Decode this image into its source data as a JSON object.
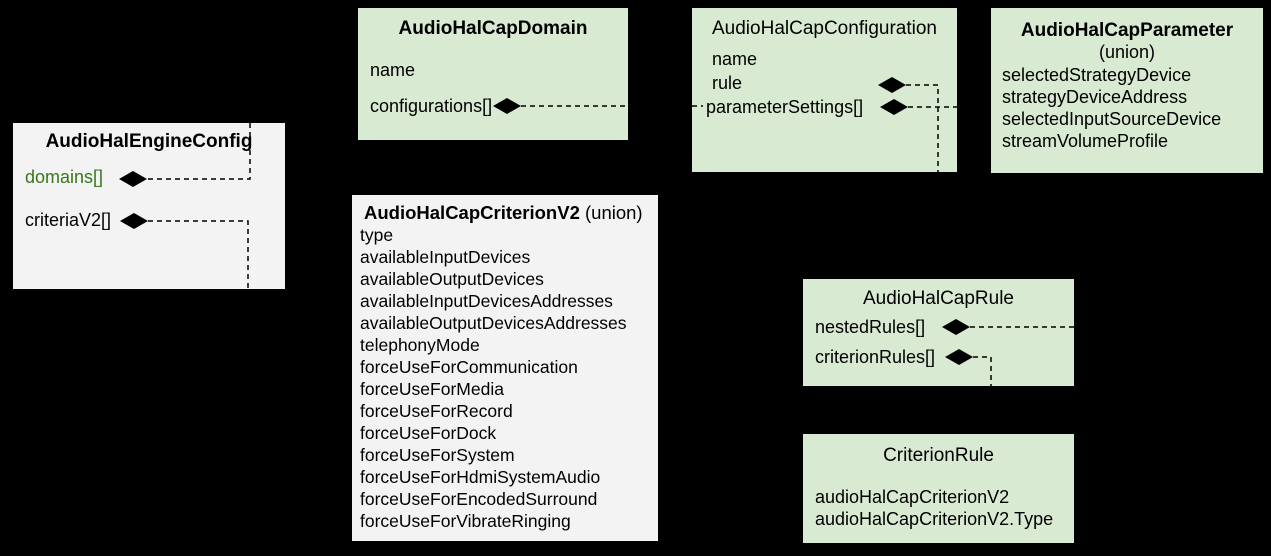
{
  "diagram": {
    "background": "#000000",
    "colors": {
      "green_box_fill": "#d9ead3",
      "gray_box_fill": "#f3f3f3",
      "green_field_text": "#38761d",
      "text": "#000000",
      "connector": "#000000"
    },
    "boxes": {
      "engine": {
        "title": "AudioHalEngineConfig",
        "fields": [
          "domains[]",
          "criteriaV2[]"
        ]
      },
      "domain": {
        "title": "AudioHalCapDomain",
        "fields": [
          "name",
          "configurations[]"
        ]
      },
      "configuration": {
        "title": "AudioHalCapConfiguration",
        "fields": [
          "name",
          "rule",
          "parameterSettings[]"
        ]
      },
      "parameter": {
        "title": "AudioHalCapParameter",
        "subtitle": "(union)",
        "fields": [
          "selectedStrategyDevice",
          "strategyDeviceAddress",
          "selectedInputSourceDevice",
          "streamVolumeProfile"
        ]
      },
      "criterion": {
        "title": "AudioHalCapCriterionV2",
        "subtitle": "(union)",
        "fields": [
          "type",
          "availableInputDevices",
          "availableOutputDevices",
          "availableInputDevicesAddresses",
          "availableOutputDevicesAddresses",
          "telephonyMode",
          "forceUseForCommunication",
          "forceUseForMedia",
          "forceUseForRecord",
          "forceUseForDock",
          "forceUseForSystem",
          "forceUseForHdmiSystemAudio",
          "forceUseForEncodedSurround",
          "forceUseForVibrateRinging"
        ]
      },
      "rule": {
        "title": "AudioHalCapRule",
        "fields": [
          "nestedRules[]",
          "criterionRules[]"
        ]
      },
      "criterion_rule": {
        "title": "CriterionRule",
        "fields": [
          "audioHalCapCriterionV2",
          "audioHalCapCriterionV2.Type"
        ]
      }
    }
  }
}
